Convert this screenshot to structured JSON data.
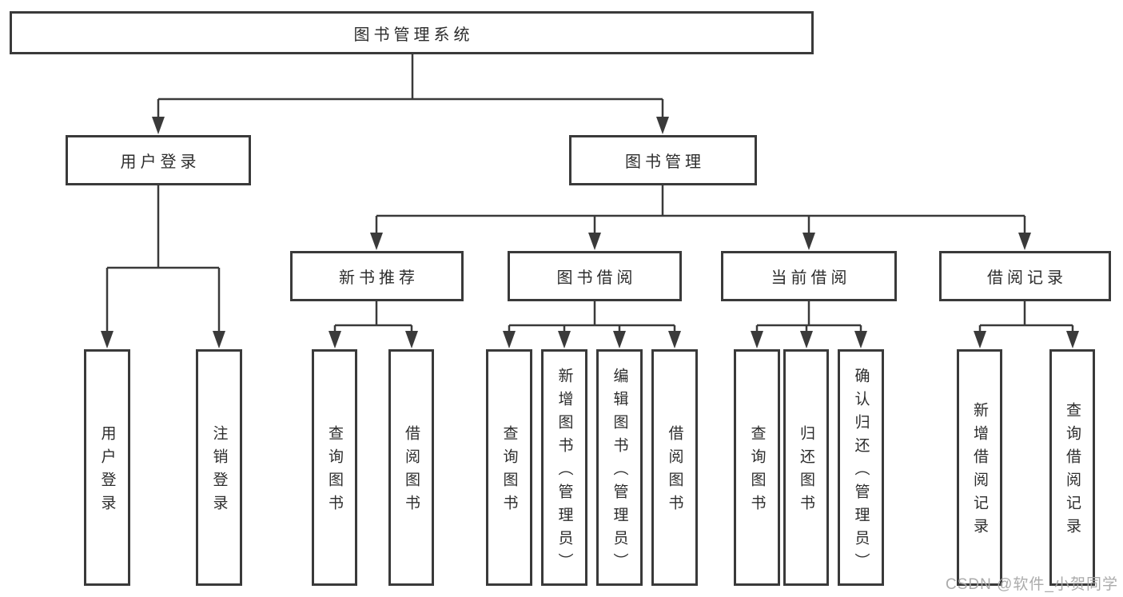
{
  "diagram": {
    "title": "图书管理系统",
    "colors": {
      "line": "#3a3a3a",
      "box_border": "#3a3a3a",
      "text": "#2d2d2d",
      "watermark": "#a6a6a6",
      "background": "#ffffff"
    },
    "tree": {
      "root": {
        "label": "图书管理系统",
        "children": [
          {
            "label": "用户登录",
            "children": [
              {
                "label": "用户登录"
              },
              {
                "label": "注销登录"
              }
            ]
          },
          {
            "label": "图书管理",
            "children": [
              {
                "label": "新书推荐",
                "children": [
                  {
                    "label": "查询图书"
                  },
                  {
                    "label": "借阅图书"
                  }
                ]
              },
              {
                "label": "图书借阅",
                "children": [
                  {
                    "label": "查询图书"
                  },
                  {
                    "label": "新增图书（管理员）"
                  },
                  {
                    "label": "编辑图书（管理员）"
                  },
                  {
                    "label": "借阅图书"
                  }
                ]
              },
              {
                "label": "当前借阅",
                "children": [
                  {
                    "label": "查询图书"
                  },
                  {
                    "label": "归还图书"
                  },
                  {
                    "label": "确认归还（管理员）"
                  }
                ]
              },
              {
                "label": "借阅记录",
                "children": [
                  {
                    "label": "新增借阅记录"
                  },
                  {
                    "label": "查询借阅记录"
                  }
                ]
              }
            ]
          }
        ]
      }
    },
    "watermark": {
      "text": "CSDN @软件_小贺同学"
    }
  }
}
